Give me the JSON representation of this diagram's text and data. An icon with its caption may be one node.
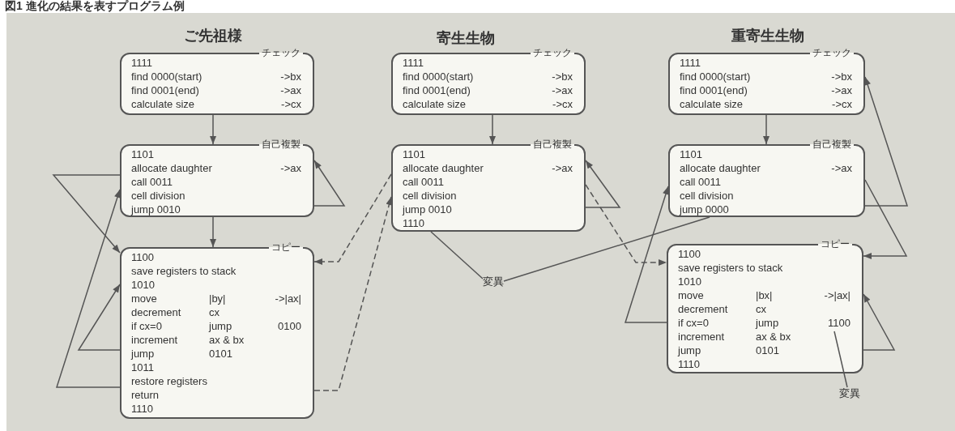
{
  "diagram": {
    "title": "図1 進化の結果を表すプログラム例",
    "nodes": [
      {
        "text": [
          "チェック",
          "1111",
          "find 0000(start)",
          "->bx",
          "find 0001(end)",
          "->ax",
          "calculate size",
          "->cx"
        ]
      },
      {
        "text": [
          "自己複製",
          "1101",
          "allocate daughter",
          "->ax",
          "call 0011",
          "cell division",
          "jump 0010"
        ]
      },
      {
        "text": [
          "コピー",
          "1100",
          "save registers to stack",
          "1010",
          "move",
          "|by|",
          "->|ax|",
          "decrement",
          "cx",
          "if cx=0",
          "jump",
          "0100",
          "increment",
          "ax & bx",
          "jump",
          "0101",
          "1011",
          "restore registers",
          "return",
          "1110"
        ]
      },
      {
        "text": [
          "チェック",
          "1111",
          "find 0000(start)",
          "->bx",
          "find 0001(end)",
          "->ax",
          "calculate size",
          "->cx"
        ]
      },
      {
        "text": [
          "自己複製",
          "1101",
          "allocate daughter",
          "->ax",
          "call 0011",
          "cell division",
          "jump 0010",
          "1110"
        ]
      },
      {
        "text": [
          "チェック",
          "1111",
          "find 0000(start)",
          "->bx",
          "find 0001(end)",
          "->ax",
          "calculate size",
          "->cx"
        ]
      },
      {
        "text": [
          "自己複製",
          "1101",
          "allocate daughter",
          "->ax",
          "call 0011",
          "cell division",
          "jump 0000"
        ]
      },
      {
        "text": [
          "コピー",
          "1100",
          "save registers to stack",
          "1010",
          "move",
          "|bx|",
          "->|ax|",
          "decrement",
          "cx",
          "if cx=0",
          "jump",
          "1100",
          "increment",
          "ax & bx",
          "jump",
          "0101",
          "1110"
        ]
      },
      {
        "text": [
          "変異"
        ]
      },
      {
        "text": [
          "変異"
        ]
      }
    ],
    "edges": [
      {
        "from": 0,
        "to": 1,
        "arrow": "to"
      },
      {
        "from": 1,
        "to": 2,
        "arrow": "to"
      },
      {
        "from": 1,
        "to": 2,
        "arrow": "to"
      },
      {
        "from": 1,
        "to": 1,
        "arrow": "to"
      },
      {
        "from": 2,
        "to": 2,
        "arrow": "to"
      },
      {
        "from": 2,
        "to": 1,
        "arrow": "to"
      },
      {
        "from": 2,
        "to": 4,
        "arrow": "to",
        "style": "dashed"
      },
      {
        "from": 4,
        "to": 2,
        "arrow": "to",
        "style": "dashed"
      },
      {
        "from": 3,
        "to": 4,
        "arrow": "to"
      },
      {
        "from": 4,
        "to": 4,
        "arrow": "to"
      },
      {
        "from": 4,
        "to": 7,
        "arrow": "to",
        "style": "dashed"
      },
      {
        "from": 5,
        "to": 6,
        "arrow": "to"
      },
      {
        "from": 6,
        "to": 5,
        "arrow": "to"
      },
      {
        "from": 6,
        "to": 7,
        "arrow": "to"
      },
      {
        "from": 7,
        "to": 6,
        "arrow": "to"
      },
      {
        "from": 7,
        "to": 7,
        "arrow": "to"
      },
      {
        "from": 8,
        "to": 4,
        "arrow": "none"
      },
      {
        "from": 8,
        "to": 6,
        "arrow": "none"
      },
      {
        "from": 9,
        "to": 7,
        "arrow": "none"
      }
    ],
    "labels": [
      "ご先祖様",
      "寄生生物",
      "重寄生生物"
    ]
  }
}
